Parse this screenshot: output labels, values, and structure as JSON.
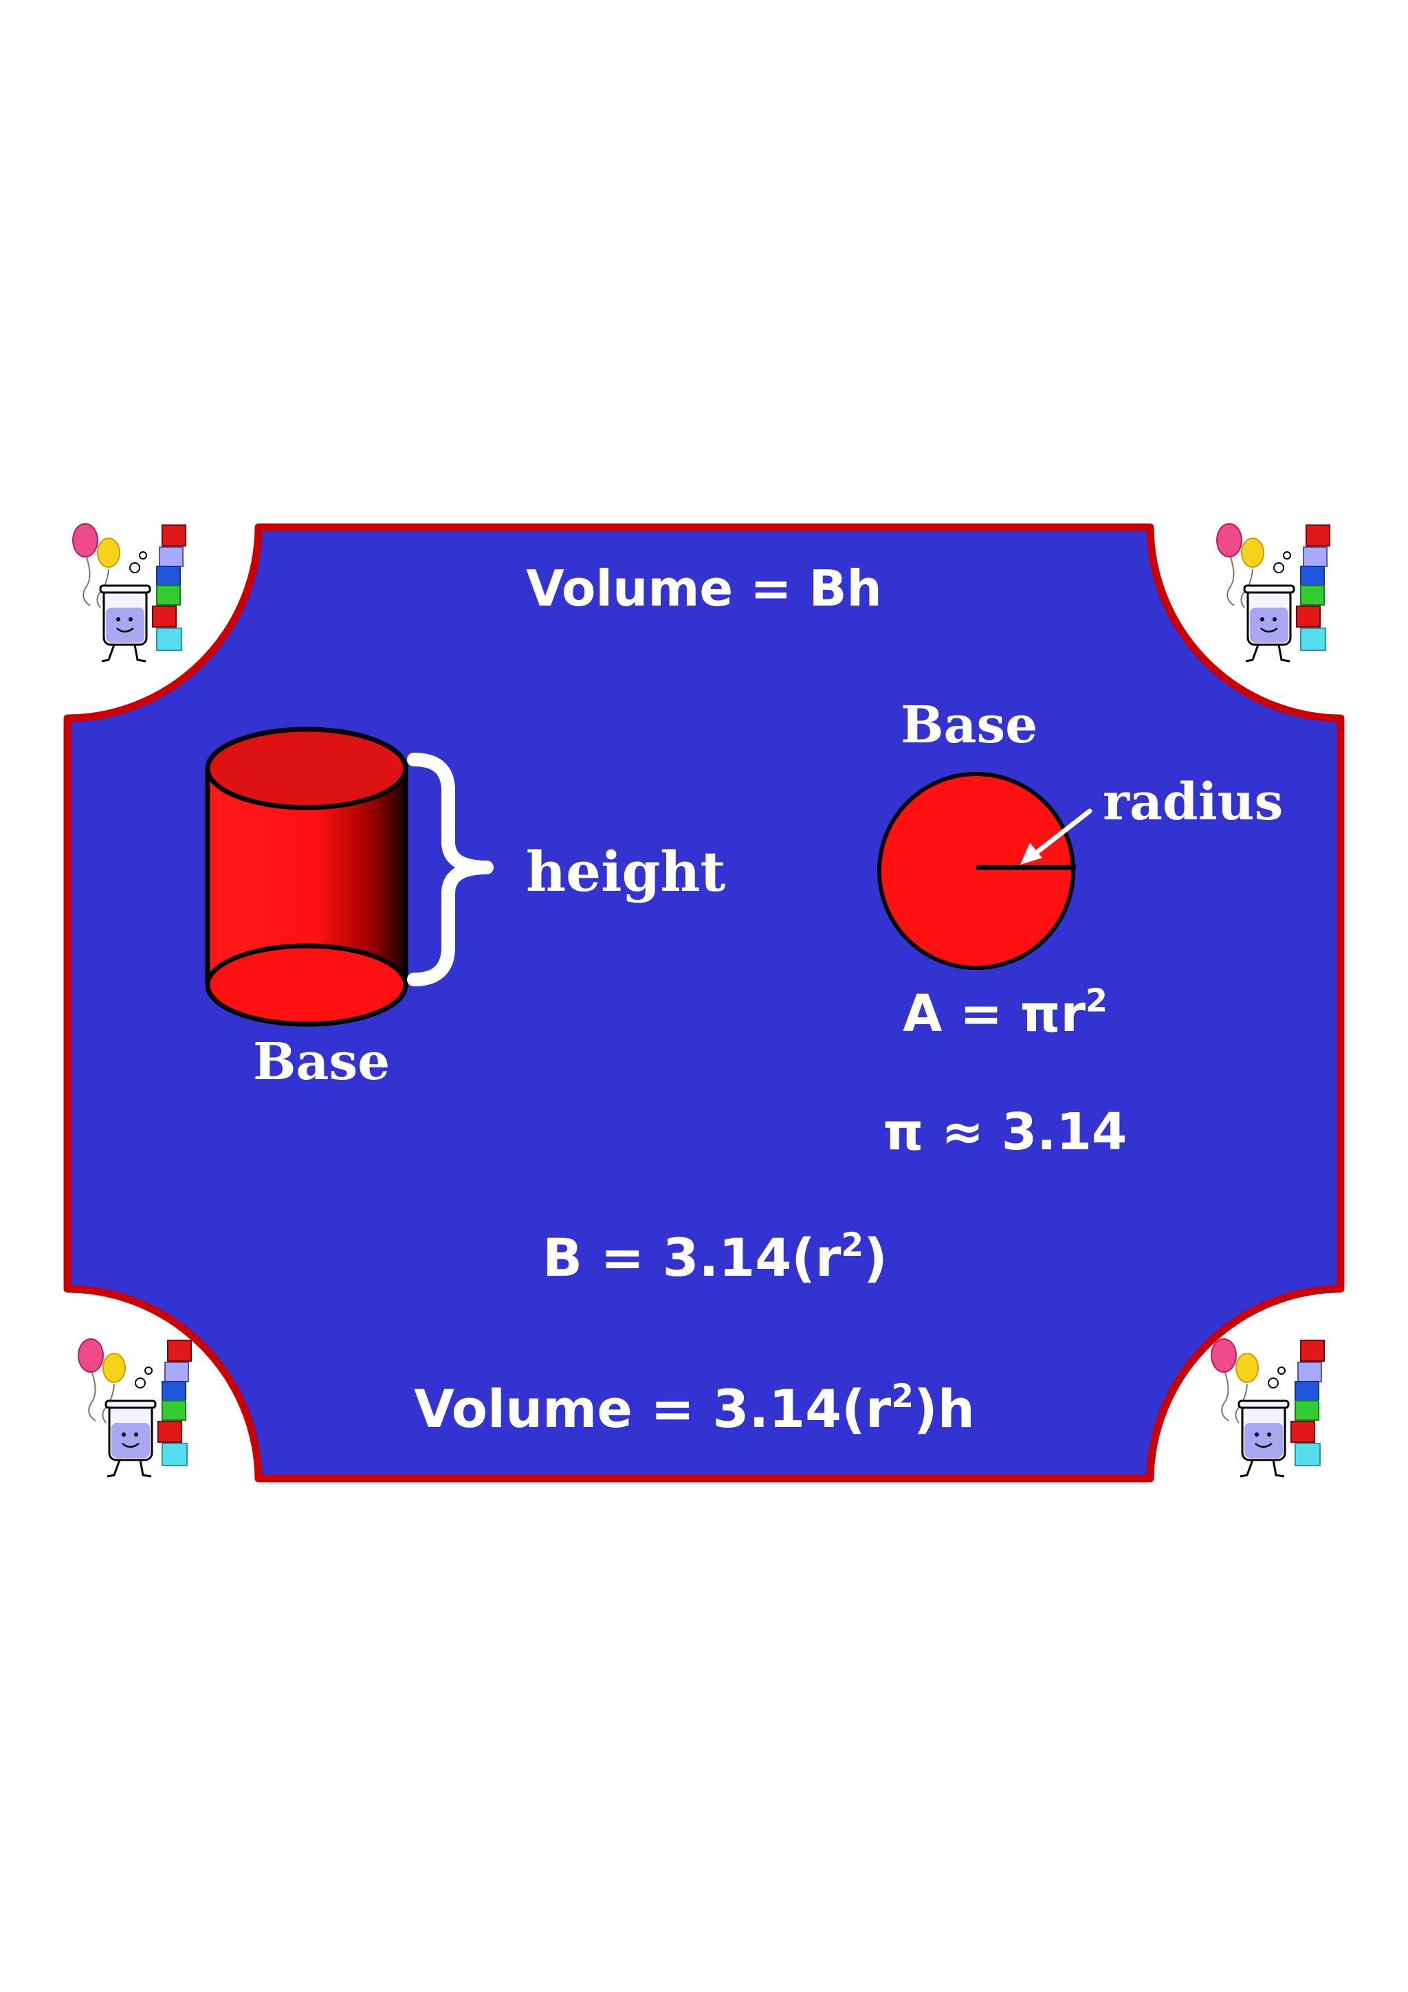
{
  "formulas": {
    "volume_general": "Volume = Bh",
    "area_prefix": "A = πr",
    "area_exponent": "2",
    "pi_approx": "π ≈ 3.14",
    "base_prefix": "B = 3.14(r",
    "base_exponent": "2",
    "base_suffix": ")",
    "volume_prefix": "Volume = 3.14(r",
    "volume_exponent": "2",
    "volume_suffix": ")h"
  },
  "labels": {
    "height": "height",
    "cylinder_base": "Base",
    "circle_base": "Base",
    "radius": "radius"
  },
  "colors": {
    "panel": "#3333d1",
    "border": "#cc0000",
    "shape": "#ff1111",
    "text": "#ffffff"
  }
}
